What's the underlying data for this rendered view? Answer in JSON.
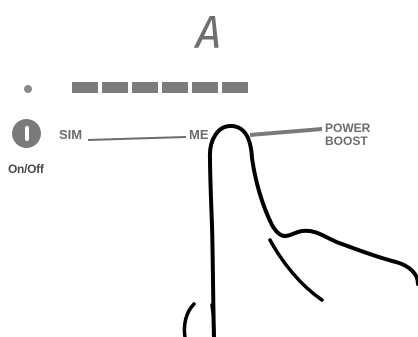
{
  "display": {
    "digit": "A"
  },
  "level_meter": {
    "segments": 6,
    "filled": 6
  },
  "power_button": {
    "label": "On/Off",
    "icon": "power-icon"
  },
  "mode_scale": {
    "labels": {
      "sim": "SIM",
      "med": "ME",
      "power_line1": "POWER",
      "power_line2": "BOOST"
    }
  },
  "finger": {
    "icon": "finger-touch-icon"
  },
  "colors": {
    "ink": "#000000",
    "gray": "#7a7a7a",
    "background": "#ffffff"
  }
}
